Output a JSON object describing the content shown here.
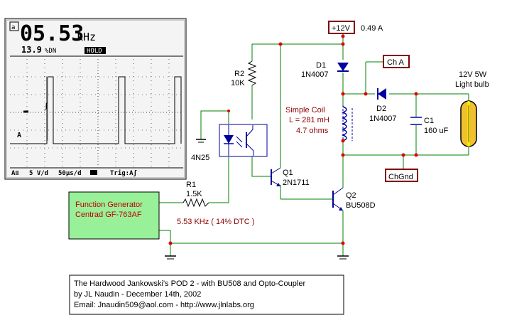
{
  "scope": {
    "freq_value": "05.53",
    "freq_unit": "kHz",
    "duty_value": "13.9",
    "duty_unit": "%DN",
    "hold": "HOLD",
    "trace_marker": "A",
    "footer": {
      "channel": "A≡",
      "volts": "5 V/d",
      "time": "50μs/d",
      "trig": "Trig:Aʃ"
    }
  },
  "labels": {
    "supply": "+12V",
    "current": "0.49 A",
    "cha": "Ch A",
    "chgnd": "ChGnd",
    "d1_name": "D1",
    "d1_part": "1N4007",
    "d2_name": "D2",
    "d2_part": "1N4007",
    "r2_name": "R2",
    "r2_value": "10K",
    "coil_title": "Simple Coil",
    "coil_l": "L = 281 mH",
    "coil_r": "4.7 ohms",
    "c1_name": "C1",
    "c1_value": "160 uF",
    "bulb_line1": "12V 5W",
    "bulb_line2": "Light bulb",
    "opto": "4N25",
    "q1_name": "Q1",
    "q1_part": "2N1711",
    "q2_name": "Q2",
    "q2_part": "BU508D",
    "r1_name": "R1",
    "r1_value": "1.5K",
    "fg_line1": "Function Generator",
    "fg_line2": "Centrad GF-763AF",
    "freq_note": "5.53 KHz ( 14% DTC )"
  },
  "caption": {
    "line1": "The Hardwood Jankowski's POD 2 - with BU508 and Opto-Coupler",
    "line2": "by JL Naudin - December 14th, 2002",
    "line3": "Email: Jnaudin509@aol.com - http://www.jlnlabs.org"
  },
  "colors": {
    "wire": "#008000",
    "junction": "#e00000",
    "label_border": "#800000",
    "fg_fill": "#98f098",
    "bulb": "#f0c030",
    "note_text": "#8b0000"
  }
}
